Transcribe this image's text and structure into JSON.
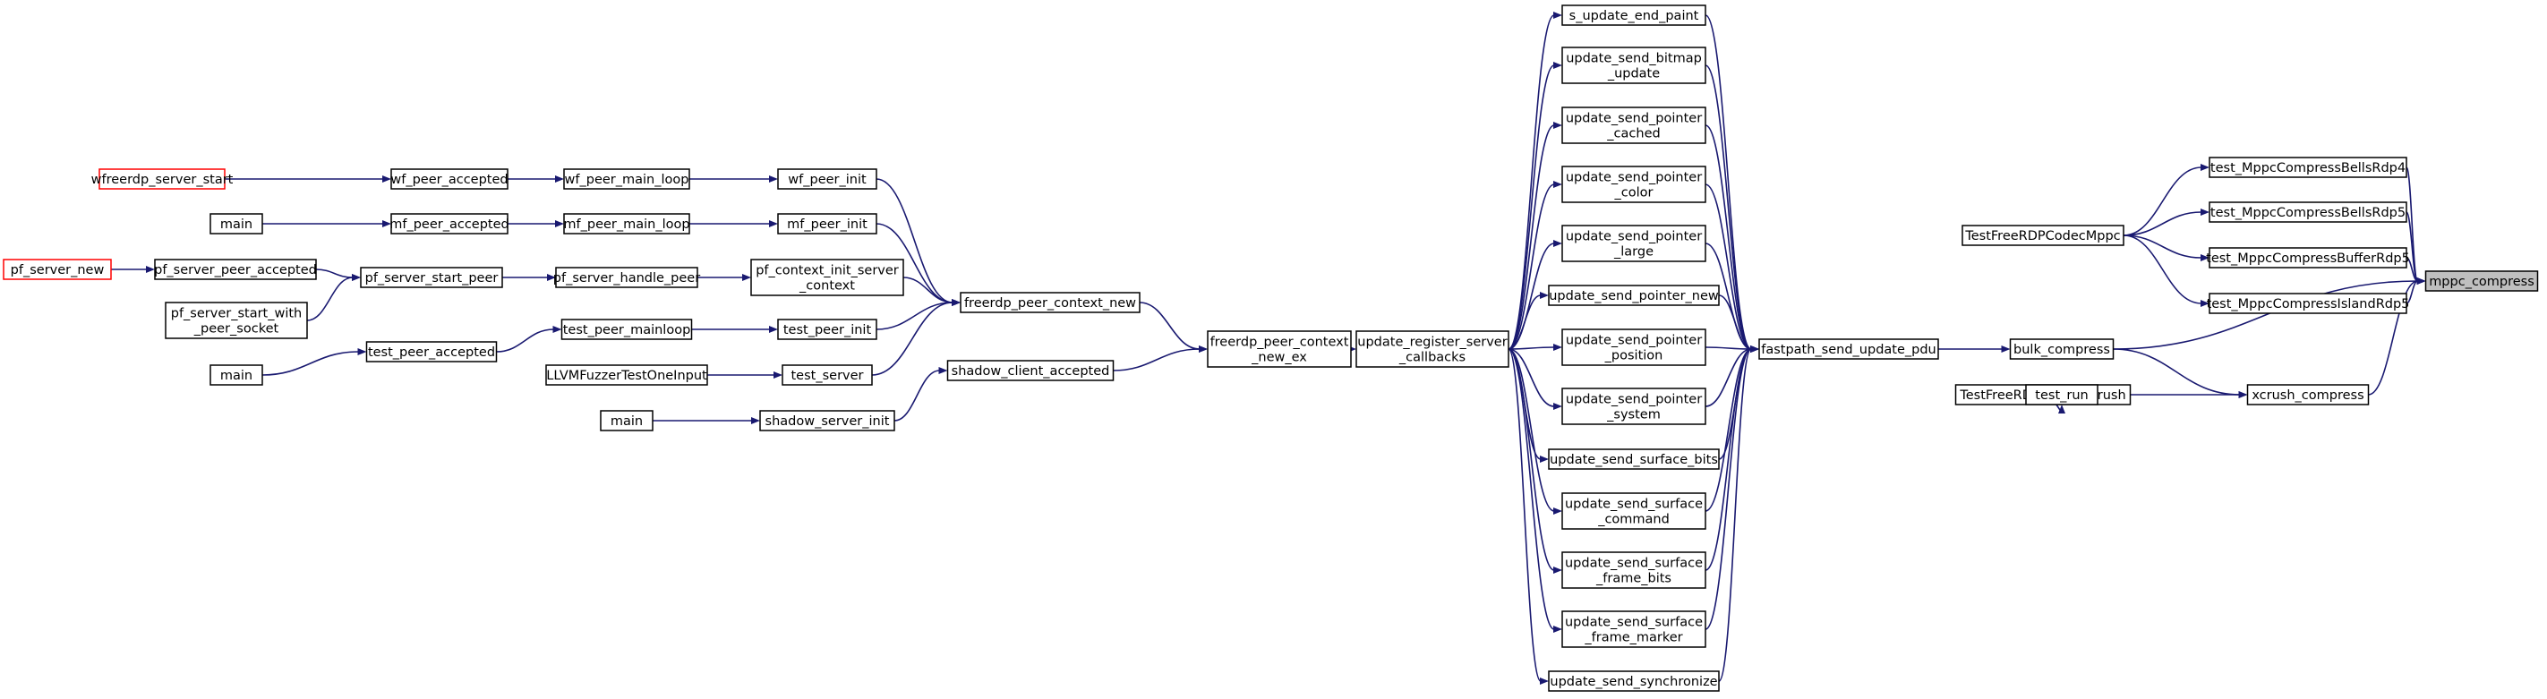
{
  "graph": {
    "highlight_node": "mppc_compress",
    "colors": {
      "edge": "#191970",
      "node_border": "#000000",
      "truncated_border": "#ff0000",
      "highlight_fill": "#bfbfbf"
    },
    "nodes": [
      {
        "id": "wfreerdp_server_start",
        "lines": [
          "wfreerdp_server_start"
        ],
        "truncated": true
      },
      {
        "id": "wf_peer_accepted",
        "lines": [
          "wf_peer_accepted"
        ]
      },
      {
        "id": "wf_peer_main_loop",
        "lines": [
          "wf_peer_main_loop"
        ]
      },
      {
        "id": "wf_peer_init",
        "lines": [
          "wf_peer_init"
        ]
      },
      {
        "id": "main_1",
        "lines": [
          "main"
        ]
      },
      {
        "id": "mf_peer_accepted",
        "lines": [
          "mf_peer_accepted"
        ]
      },
      {
        "id": "mf_peer_main_loop",
        "lines": [
          "mf_peer_main_loop"
        ]
      },
      {
        "id": "mf_peer_init",
        "lines": [
          "mf_peer_init"
        ]
      },
      {
        "id": "pf_server_new",
        "lines": [
          "pf_server_new"
        ],
        "truncated": true
      },
      {
        "id": "pf_server_peer_accepted",
        "lines": [
          "pf_server_peer_accepted"
        ]
      },
      {
        "id": "pf_server_start_peer",
        "lines": [
          "pf_server_start_peer"
        ]
      },
      {
        "id": "pf_server_handle_peer",
        "lines": [
          "pf_server_handle_peer"
        ]
      },
      {
        "id": "pf_context_init_server_context",
        "lines": [
          "pf_context_init_server",
          "_context"
        ]
      },
      {
        "id": "pf_server_start_with_peer_socket",
        "lines": [
          "pf_server_start_with",
          "_peer_socket"
        ]
      },
      {
        "id": "main_2",
        "lines": [
          "main"
        ]
      },
      {
        "id": "test_peer_accepted",
        "lines": [
          "test_peer_accepted"
        ]
      },
      {
        "id": "test_peer_mainloop",
        "lines": [
          "test_peer_mainloop"
        ]
      },
      {
        "id": "test_peer_init",
        "lines": [
          "test_peer_init"
        ]
      },
      {
        "id": "LLVMFuzzerTestOneInput",
        "lines": [
          "LLVMFuzzerTestOneInput"
        ]
      },
      {
        "id": "test_server",
        "lines": [
          "test_server"
        ]
      },
      {
        "id": "main_3",
        "lines": [
          "main"
        ]
      },
      {
        "id": "shadow_server_init",
        "lines": [
          "shadow_server_init"
        ]
      },
      {
        "id": "shadow_client_accepted",
        "lines": [
          "shadow_client_accepted"
        ]
      },
      {
        "id": "freerdp_peer_context_new",
        "lines": [
          "freerdp_peer_context_new"
        ]
      },
      {
        "id": "freerdp_peer_context_new_ex",
        "lines": [
          "freerdp_peer_context",
          "_new_ex"
        ]
      },
      {
        "id": "update_register_server_callbacks",
        "lines": [
          "update_register_server",
          "_callbacks"
        ]
      },
      {
        "id": "s_update_end_paint",
        "lines": [
          "s_update_end_paint"
        ]
      },
      {
        "id": "update_send_bitmap_update",
        "lines": [
          "update_send_bitmap",
          "_update"
        ]
      },
      {
        "id": "update_send_pointer_cached",
        "lines": [
          "update_send_pointer",
          "_cached"
        ]
      },
      {
        "id": "update_send_pointer_color",
        "lines": [
          "update_send_pointer",
          "_color"
        ]
      },
      {
        "id": "update_send_pointer_large",
        "lines": [
          "update_send_pointer",
          "_large"
        ]
      },
      {
        "id": "update_send_pointer_new",
        "lines": [
          "update_send_pointer_new"
        ]
      },
      {
        "id": "update_send_pointer_position",
        "lines": [
          "update_send_pointer",
          "_position"
        ]
      },
      {
        "id": "update_send_pointer_system",
        "lines": [
          "update_send_pointer",
          "_system"
        ]
      },
      {
        "id": "update_send_surface_bits",
        "lines": [
          "update_send_surface_bits"
        ]
      },
      {
        "id": "update_send_surface_command",
        "lines": [
          "update_send_surface",
          "_command"
        ]
      },
      {
        "id": "update_send_surface_frame_bits",
        "lines": [
          "update_send_surface",
          "_frame_bits"
        ]
      },
      {
        "id": "update_send_surface_frame_marker",
        "lines": [
          "update_send_surface",
          "_frame_marker"
        ]
      },
      {
        "id": "update_send_synchronize",
        "lines": [
          "update_send_synchronize"
        ]
      },
      {
        "id": "fastpath_send_update_pdu",
        "lines": [
          "fastpath_send_update_pdu"
        ]
      },
      {
        "id": "TestFreeRDPCodecMppc",
        "lines": [
          "TestFreeRDPCodecMppc"
        ]
      },
      {
        "id": "TestFreeRDPCodecXCrush",
        "lines": [
          "TestFreeRDPCodecXCrush"
        ]
      },
      {
        "id": "bulk_compress",
        "lines": [
          "bulk_compress"
        ]
      },
      {
        "id": "test_run",
        "lines": [
          "test_run"
        ]
      },
      {
        "id": "test_MppcCompressBellsRdp4",
        "lines": [
          "test_MppcCompressBellsRdp4"
        ]
      },
      {
        "id": "test_MppcCompressBellsRdp5",
        "lines": [
          "test_MppcCompressBellsRdp5"
        ]
      },
      {
        "id": "test_MppcCompressBufferRdp5",
        "lines": [
          "test_MppcCompressBufferRdp5"
        ]
      },
      {
        "id": "test_MppcCompressIslandRdp5",
        "lines": [
          "test_MppcCompressIslandRdp5"
        ]
      },
      {
        "id": "xcrush_compress",
        "lines": [
          "xcrush_compress"
        ]
      },
      {
        "id": "mppc_compress",
        "lines": [
          "mppc_compress"
        ]
      }
    ],
    "edges": [
      [
        "wfreerdp_server_start",
        "wf_peer_accepted"
      ],
      [
        "wf_peer_accepted",
        "wf_peer_main_loop"
      ],
      [
        "wf_peer_main_loop",
        "wf_peer_init"
      ],
      [
        "wf_peer_init",
        "freerdp_peer_context_new"
      ],
      [
        "main_1",
        "mf_peer_accepted"
      ],
      [
        "mf_peer_accepted",
        "mf_peer_main_loop"
      ],
      [
        "mf_peer_main_loop",
        "mf_peer_init"
      ],
      [
        "mf_peer_init",
        "freerdp_peer_context_new"
      ],
      [
        "pf_server_new",
        "pf_server_peer_accepted"
      ],
      [
        "pf_server_peer_accepted",
        "pf_server_start_peer"
      ],
      [
        "pf_server_start_with_peer_socket",
        "pf_server_start_peer"
      ],
      [
        "pf_server_start_peer",
        "pf_server_handle_peer"
      ],
      [
        "pf_server_handle_peer",
        "pf_context_init_server_context"
      ],
      [
        "pf_context_init_server_context",
        "freerdp_peer_context_new"
      ],
      [
        "main_2",
        "test_peer_accepted"
      ],
      [
        "test_peer_accepted",
        "test_peer_mainloop"
      ],
      [
        "test_peer_mainloop",
        "test_peer_init"
      ],
      [
        "test_peer_init",
        "freerdp_peer_context_new"
      ],
      [
        "LLVMFuzzerTestOneInput",
        "test_server"
      ],
      [
        "test_server",
        "freerdp_peer_context_new"
      ],
      [
        "main_3",
        "shadow_server_init"
      ],
      [
        "shadow_server_init",
        "shadow_client_accepted"
      ],
      [
        "shadow_client_accepted",
        "freerdp_peer_context_new_ex"
      ],
      [
        "freerdp_peer_context_new",
        "freerdp_peer_context_new_ex"
      ],
      [
        "freerdp_peer_context_new_ex",
        "update_register_server_callbacks"
      ],
      [
        "update_register_server_callbacks",
        "s_update_end_paint"
      ],
      [
        "update_register_server_callbacks",
        "update_send_bitmap_update"
      ],
      [
        "update_register_server_callbacks",
        "update_send_pointer_cached"
      ],
      [
        "update_register_server_callbacks",
        "update_send_pointer_color"
      ],
      [
        "update_register_server_callbacks",
        "update_send_pointer_large"
      ],
      [
        "update_register_server_callbacks",
        "update_send_pointer_new"
      ],
      [
        "update_register_server_callbacks",
        "update_send_pointer_position"
      ],
      [
        "update_register_server_callbacks",
        "update_send_pointer_system"
      ],
      [
        "update_register_server_callbacks",
        "update_send_surface_bits"
      ],
      [
        "update_register_server_callbacks",
        "update_send_surface_command"
      ],
      [
        "update_register_server_callbacks",
        "update_send_surface_frame_bits"
      ],
      [
        "update_register_server_callbacks",
        "update_send_surface_frame_marker"
      ],
      [
        "update_register_server_callbacks",
        "update_send_synchronize"
      ],
      [
        "s_update_end_paint",
        "fastpath_send_update_pdu"
      ],
      [
        "update_send_bitmap_update",
        "fastpath_send_update_pdu"
      ],
      [
        "update_send_pointer_cached",
        "fastpath_send_update_pdu"
      ],
      [
        "update_send_pointer_color",
        "fastpath_send_update_pdu"
      ],
      [
        "update_send_pointer_large",
        "fastpath_send_update_pdu"
      ],
      [
        "update_send_pointer_new",
        "fastpath_send_update_pdu"
      ],
      [
        "update_send_pointer_position",
        "fastpath_send_update_pdu"
      ],
      [
        "update_send_pointer_system",
        "fastpath_send_update_pdu"
      ],
      [
        "update_send_surface_bits",
        "fastpath_send_update_pdu"
      ],
      [
        "update_send_surface_command",
        "fastpath_send_update_pdu"
      ],
      [
        "update_send_surface_frame_bits",
        "fastpath_send_update_pdu"
      ],
      [
        "update_send_surface_frame_marker",
        "fastpath_send_update_pdu"
      ],
      [
        "update_send_synchronize",
        "fastpath_send_update_pdu"
      ],
      [
        "fastpath_send_update_pdu",
        "bulk_compress"
      ],
      [
        "TestFreeRDPCodecMppc",
        "test_MppcCompressBellsRdp4"
      ],
      [
        "TestFreeRDPCodecMppc",
        "test_MppcCompressBellsRdp5"
      ],
      [
        "TestFreeRDPCodecMppc",
        "test_MppcCompressBufferRdp5"
      ],
      [
        "TestFreeRDPCodecMppc",
        "test_MppcCompressIslandRdp5"
      ],
      [
        "TestFreeRDPCodecXCrush",
        "test_run"
      ],
      [
        "test_run",
        "xcrush_compress"
      ],
      [
        "bulk_compress",
        "xcrush_compress"
      ],
      [
        "bulk_compress",
        "mppc_compress"
      ],
      [
        "test_MppcCompressBellsRdp4",
        "mppc_compress"
      ],
      [
        "test_MppcCompressBellsRdp5",
        "mppc_compress"
      ],
      [
        "test_MppcCompressBufferRdp5",
        "mppc_compress"
      ],
      [
        "test_MppcCompressIslandRdp5",
        "mppc_compress"
      ],
      [
        "xcrush_compress",
        "mppc_compress"
      ]
    ]
  }
}
